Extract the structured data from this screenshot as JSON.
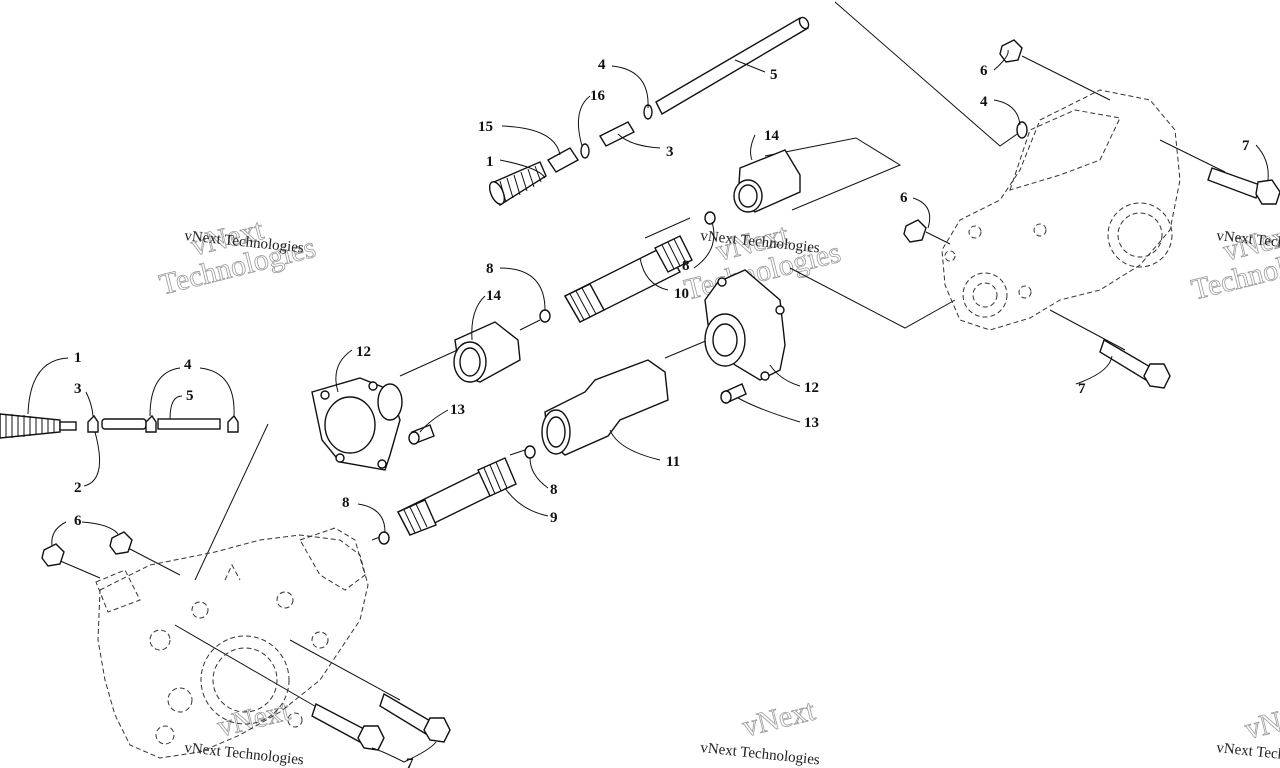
{
  "callouts": {
    "c1": "1",
    "c2": "2",
    "c3": "3",
    "c4": "4",
    "c5": "5",
    "c6": "6",
    "c7": "7",
    "c8": "8",
    "c9": "9",
    "c10": "10",
    "c11": "11",
    "c12": "12",
    "c13": "13",
    "c14": "14",
    "c15": "15",
    "c16": "16"
  },
  "watermark": {
    "line_small": "vNext Technologies",
    "line_big_a": "vNext",
    "line_big_b": "Technologies"
  }
}
